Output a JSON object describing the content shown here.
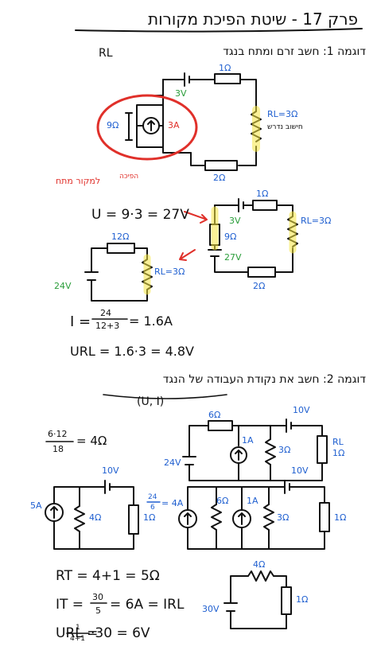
{
  "colors": {
    "ink": "#111111",
    "blue": "#1f5fd0",
    "green": "#2a9d3a",
    "red": "#e0302a",
    "yellow": "#f5e642",
    "pink": "#e23a6a"
  },
  "title": "פרק 17 - שיטת הפיכת מקורות",
  "example1": {
    "heading": "דוגמה 1: חשב זרם ומתח בנגד",
    "rl_sym": "RL",
    "rl_label": "RL=3Ω",
    "rl_note": "חישוב נדרש",
    "r_top": "1Ω",
    "r_bottom": "2Ω",
    "v_source": "3V",
    "r_parallel": "9Ω",
    "i_source": "3A",
    "convert_note_1": "הפיכה",
    "convert_note_2": "למקור מתח",
    "u_calc": "U = 9·3 = 27V",
    "c2_r_top": "1Ω",
    "c2_rl": "RL=3Ω",
    "c2_v1": "3V",
    "c2_r9": "9Ω",
    "c2_v27": "27V",
    "c2_r2": "2Ω",
    "c3_r12": "12Ω",
    "c3_v": "24V",
    "c3_rl": "RL=3Ω",
    "i_calc_lhs": "I =",
    "i_num": "24",
    "i_den": "12+3",
    "i_res": "= 1.6A",
    "u_rl_calc": "URL = 1.6·3 = 4.8V"
  },
  "example2": {
    "heading": "דוגמה 2: חשב את נקודת העבודה של הנגד",
    "point": "(U, I)",
    "eq_num": "6·12",
    "eq_den": "18",
    "eq_res": "= 4Ω",
    "c1_r6": "6Ω",
    "c1_v10": "10V",
    "c1_i1": "1A",
    "c1_r3": "3Ω",
    "c1_v24": "24V",
    "c1_rl": "RL",
    "c1_rl_val": "1Ω",
    "c2_i5": "5A",
    "c2_r4": "4Ω",
    "c2_v10": "10V",
    "c2_r1": "1Ω",
    "c3_frac_num": "24",
    "c3_frac_den": "6",
    "c3_frac_res": "= 4A",
    "c3_r6": "6Ω",
    "c3_i1": "1A",
    "c3_r3": "3Ω",
    "c3_v10": "10V",
    "c3_r1": "1Ω",
    "rt_calc": "RT = 4+1 = 5Ω",
    "it_lhs": "IT =",
    "it_num": "30",
    "it_den": "5",
    "it_res": "= 6A = IRL",
    "url_lhs": "URL =",
    "url_num": "1",
    "url_den": "4+1",
    "url_res": "·30 = 6V",
    "c4_r4": "4Ω",
    "c4_v30": "30V",
    "c4_r1": "1Ω"
  }
}
